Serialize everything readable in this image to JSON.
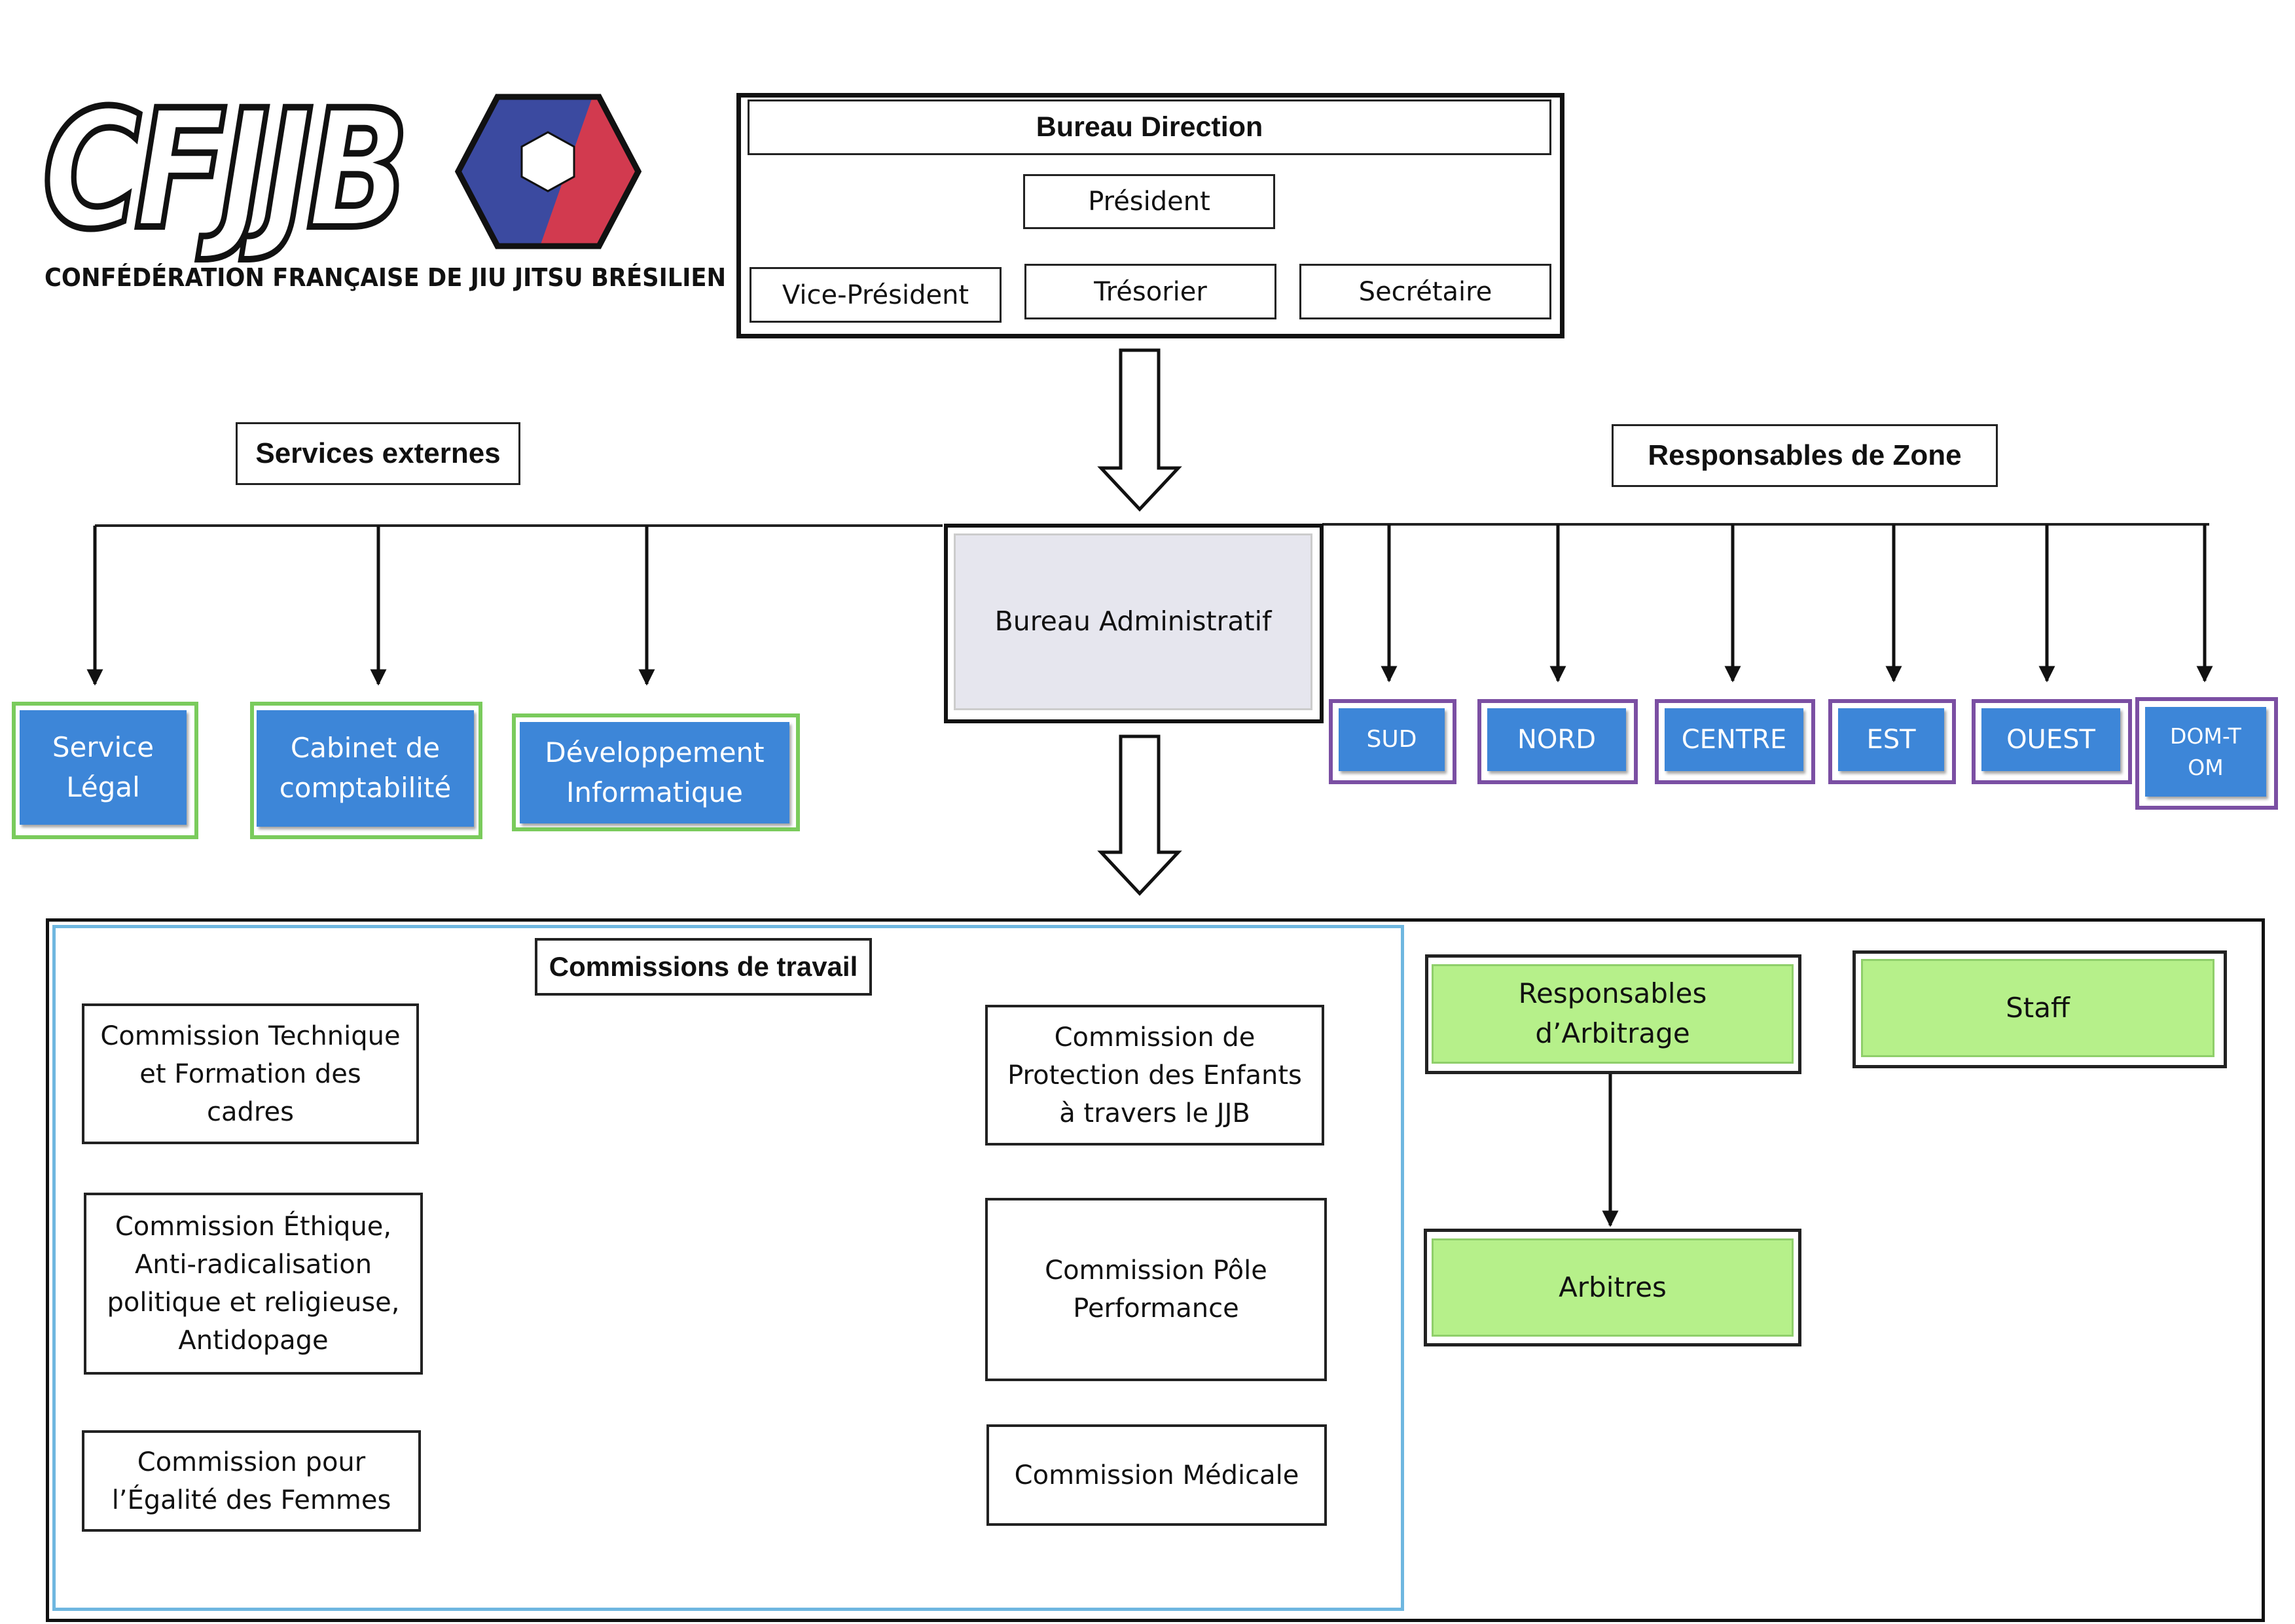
{
  "logo": {
    "letters": "CFJJB",
    "subtitle": "CONFÉDÉRATION FRANÇAISE DE JIU JITSU BRÉSILIEN",
    "colors": {
      "blue": "#3b4aa0",
      "red": "#d23a4f"
    }
  },
  "bureau_direction": {
    "title": "Bureau Direction",
    "president": "Président",
    "vice_president": "Vice-Président",
    "tresorier": "Trésorier",
    "secretaire": "Secrétaire"
  },
  "bureau_administratif": {
    "label": "Bureau Administratif"
  },
  "services_externes": {
    "title": "Services externes",
    "items": [
      {
        "label": "Service Légal"
      },
      {
        "label": "Cabinet de comptabilité"
      },
      {
        "label": "Développement Informatique"
      }
    ]
  },
  "responsables_zone": {
    "title": "Responsables de Zone",
    "zones": [
      {
        "label": "SUD"
      },
      {
        "label": "NORD"
      },
      {
        "label": "CENTRE"
      },
      {
        "label": "EST"
      },
      {
        "label": "OUEST"
      },
      {
        "label": "DOM-TOM"
      }
    ]
  },
  "commissions": {
    "title": "Commissions de travail",
    "left": [
      {
        "label": "Commission Technique et Formation des cadres"
      },
      {
        "label": "Commission Éthique, Anti-radicalisation politique et religieuse, Antidopage"
      },
      {
        "label": "Commission pour l’Égalité des Femmes"
      }
    ],
    "right": [
      {
        "label": "Commission de Protection des Enfants à travers le JJB"
      },
      {
        "label": "Commission Pôle Performance"
      },
      {
        "label": "Commission Médicale"
      }
    ]
  },
  "arbitrage": {
    "responsables": "Responsables d’Arbitrage",
    "arbitres": "Arbitres",
    "staff": "Staff"
  },
  "colors": {
    "blue_box": "#3d86d8",
    "green_frame": "#7acb5c",
    "purple_frame": "#7b4fa3",
    "light_green": "#b6f08a",
    "commission_frame": "#6fb7e0",
    "admin_fill": "#e6e6ee"
  }
}
